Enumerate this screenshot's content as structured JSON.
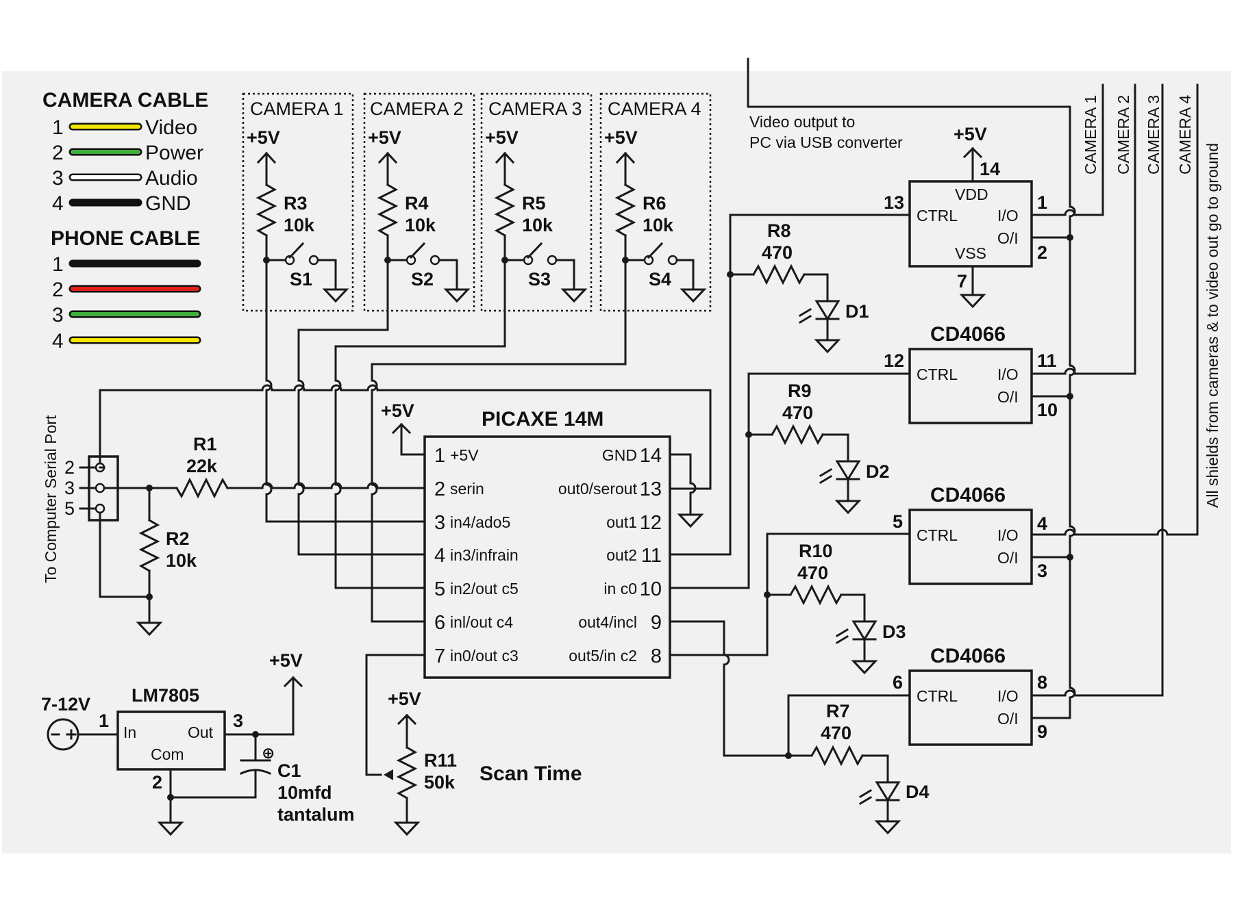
{
  "legend": {
    "camera_cable_title": "CAMERA CABLE",
    "camera_cable": [
      {
        "num": "1",
        "color": "#f4e600",
        "label": "Video"
      },
      {
        "num": "2",
        "color": "#3fae3a",
        "label": "Power"
      },
      {
        "num": "3",
        "color": "#ffffff",
        "label": "Audio"
      },
      {
        "num": "4",
        "color": "#111111",
        "label": "GND"
      }
    ],
    "phone_cable_title": "PHONE CABLE",
    "phone_cable": [
      {
        "num": "1",
        "color": "#111111"
      },
      {
        "num": "2",
        "color": "#e0201b"
      },
      {
        "num": "3",
        "color": "#3fae3a"
      },
      {
        "num": "4",
        "color": "#f4e600"
      }
    ]
  },
  "camera_boxes": [
    {
      "title": "CAMERA 1",
      "supply": "+5V",
      "resistor": "R3",
      "value": "10k",
      "switch": "S1"
    },
    {
      "title": "CAMERA 2",
      "supply": "+5V",
      "resistor": "R4",
      "value": "10k",
      "switch": "S2"
    },
    {
      "title": "CAMERA 3",
      "supply": "+5V",
      "resistor": "R5",
      "value": "10k",
      "switch": "S3"
    },
    {
      "title": "CAMERA 4",
      "supply": "+5V",
      "resistor": "R6",
      "value": "10k",
      "switch": "S4"
    }
  ],
  "serial": {
    "label": "To Computer Serial Port",
    "pins": [
      "2",
      "3",
      "5"
    ],
    "r1_name": "R1",
    "r1_value": "22k",
    "r2_name": "R2",
    "r2_value": "10k"
  },
  "picaxe": {
    "title": "PICAXE 14M",
    "supply": "+5V",
    "left_pins": [
      {
        "num": "1",
        "name": "+5V"
      },
      {
        "num": "2",
        "name": "serin"
      },
      {
        "num": "3",
        "name": "in4/ado5"
      },
      {
        "num": "4",
        "name": "in3/infrain"
      },
      {
        "num": "5",
        "name": "in2/out c5"
      },
      {
        "num": "6",
        "name": "inl/out c4"
      },
      {
        "num": "7",
        "name": "in0/out c3"
      }
    ],
    "right_pins": [
      {
        "num": "14",
        "name": "GND"
      },
      {
        "num": "13",
        "name": "out0/serout"
      },
      {
        "num": "12",
        "name": "out1"
      },
      {
        "num": "11",
        "name": "out2"
      },
      {
        "num": "10",
        "name": "in c0"
      },
      {
        "num": "9",
        "name": "out4/incl"
      },
      {
        "num": "8",
        "name": "out5/in c2"
      }
    ]
  },
  "regulator": {
    "input_label": "7-12V",
    "title": "LM7805",
    "pin_in_num": "1",
    "pin_in": "In",
    "pin_out_num": "3",
    "pin_out": "Out",
    "pin_com_num": "2",
    "pin_com": "Com",
    "out_supply": "+5V",
    "cap_name": "C1",
    "cap_value": "10mfd",
    "cap_type": "tantalum"
  },
  "pot": {
    "supply": "+5V",
    "name": "R11",
    "value": "50k",
    "caption": "Scan Time"
  },
  "video_note": [
    "Video output to",
    "PC via USB converter"
  ],
  "switch_chips": [
    {
      "title": "",
      "supply": "+5V",
      "vdd": "VDD",
      "vss": "VSS",
      "vdd_num": "14",
      "vss_num": "7",
      "ctrl": "CTRL",
      "io": "I/O",
      "oi": "O/I",
      "ctrl_num": "13",
      "io_num": "1",
      "oi_num": "2",
      "res_name": "R8",
      "res_value": "470",
      "led": "D1"
    },
    {
      "title": "CD4066",
      "ctrl": "CTRL",
      "io": "I/O",
      "oi": "O/I",
      "ctrl_num": "12",
      "io_num": "11",
      "oi_num": "10",
      "res_name": "R9",
      "res_value": "470",
      "led": "D2"
    },
    {
      "title": "CD4066",
      "ctrl": "CTRL",
      "io": "I/O",
      "oi": "O/I",
      "ctrl_num": "5",
      "io_num": "4",
      "oi_num": "3",
      "res_name": "R10",
      "res_value": "470",
      "led": "D3"
    },
    {
      "title": "CD4066",
      "ctrl": "CTRL",
      "io": "I/O",
      "oi": "O/I",
      "ctrl_num": "6",
      "io_num": "8",
      "oi_num": "9",
      "res_name": "R7",
      "res_value": "470",
      "led": "D4"
    }
  ],
  "camera_inputs": [
    "CAMERA 1",
    "CAMERA 2",
    "CAMERA 3",
    "CAMERA 4"
  ],
  "shields_note": "All shields from cameras & to video out go to ground",
  "colors": {
    "background": "#f1f1f1",
    "ink": "#1a1a1a"
  }
}
